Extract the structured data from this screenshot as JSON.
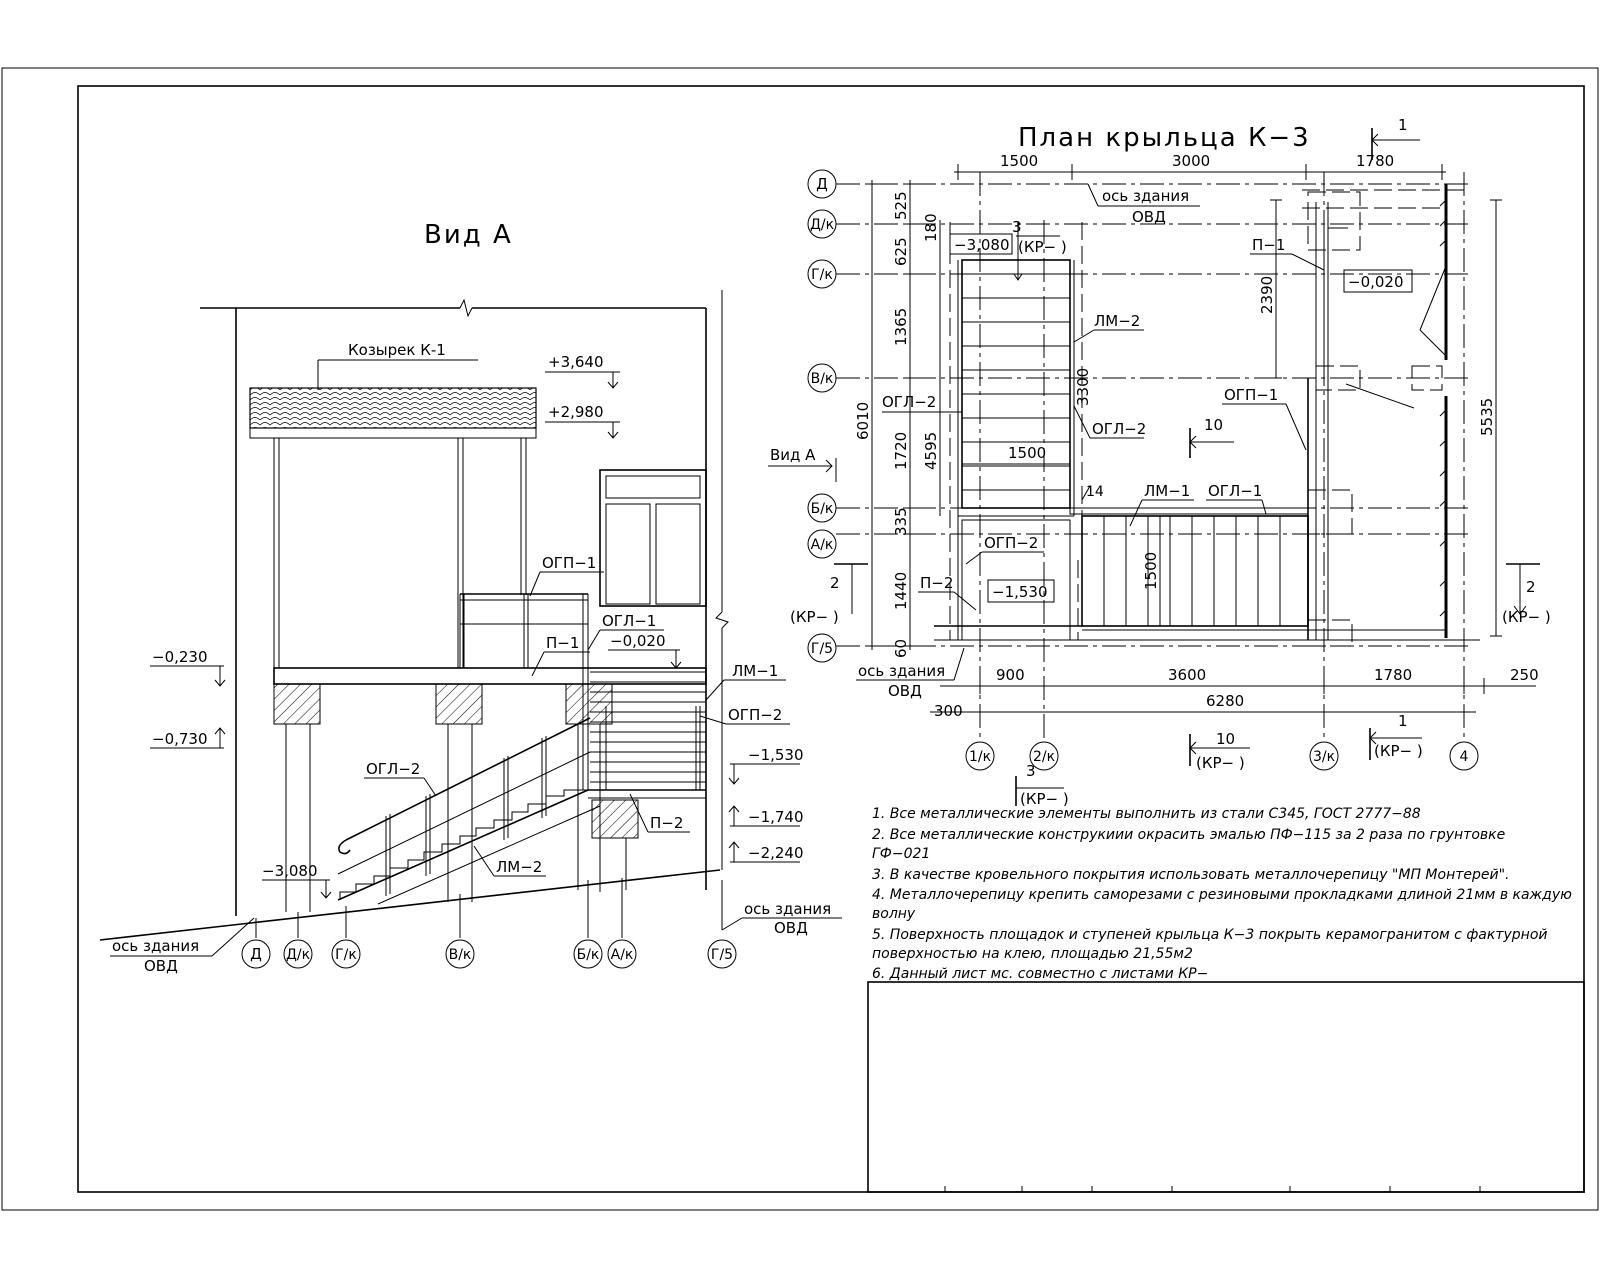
{
  "view_a": {
    "title": "Вид А",
    "canopy_label": "Козырек К-1",
    "elev_top": "+3,640",
    "elev_canopy": "+2,980",
    "elev_m0230": "−0,230",
    "elev_m0730": "−0,730",
    "elev_m0020": "−0,020",
    "elev_m1530": "−1,530",
    "elev_m1740": "−1,740",
    "elev_m2240": "−2,240",
    "elev_m3080": "−3,080",
    "ogp1": "ОГП−1",
    "ogl1": "ОГЛ−1",
    "p1": "П−1",
    "lm1": "ЛМ−1",
    "ogp2": "ОГП−2",
    "ogl2": "ОГЛ−2",
    "lm2": "ЛМ−2",
    "p2": "П−2",
    "axis_left_1": "ось здания",
    "axis_left_2": "ОВД",
    "axis_right_1": "ось здания",
    "axis_right_2": "ОВД",
    "axes": [
      "Д",
      "Д/к",
      "Г/к",
      "В/к",
      "Б/к",
      "А/к",
      "Г/5"
    ]
  },
  "plan": {
    "title": "План крыльца К−3",
    "top_dims": [
      "1500",
      "3000",
      "1780"
    ],
    "bottom_dims": [
      "900",
      "3600",
      "1780",
      "250"
    ],
    "total_dim": "6280",
    "dim_300": "300",
    "left_dims": [
      "525",
      "625",
      "180",
      "1365",
      "1720",
      "335",
      "1440",
      "60"
    ],
    "dim_6010": "6010",
    "dim_4595": "4595",
    "dim_3300": "3300",
    "dim_2390": "2390",
    "dim_5535": "5535",
    "dim_1500_a": "1500",
    "dim_1500_b": "1500",
    "dim_14": "14",
    "row_axes": [
      "Д",
      "Д/к",
      "Г/к",
      "В/к",
      "Б/к",
      "А/к",
      "Г/5"
    ],
    "col_axes": [
      "1/к",
      "2/к",
      "3/к",
      "4"
    ],
    "axis_top_1": "ось здания",
    "axis_top_2": "ОВД",
    "axis_bot_1": "ось здания",
    "axis_bot_2": "ОВД",
    "elev_m3080": "−3,080",
    "elev_m0020": "−0,020",
    "elev_m1530": "−1,530",
    "lm2": "ЛМ−2",
    "ogl2_a": "ОГЛ−2",
    "ogl2_b": "ОГЛ−2",
    "p1": "П−1",
    "ogp1": "ОГП−1",
    "lm1": "ЛМ−1",
    "ogl1": "ОГЛ−1",
    "ogp2": "ОГП−2",
    "p2": "П−2",
    "view_a_mark": "Вид А",
    "sec1_num": "1",
    "sec2_num": "2",
    "sec3_num": "3",
    "sec10_num": "10",
    "ref_kr": "(КР−   )"
  },
  "notes": [
    "1. Все металлические элементы выполнить из стали С345, ГОСТ 2777−88",
    "2. Все металлические конструкиии окрасить эмалью ПФ−115 за 2 раза по грунтовке",
    "ГФ−021",
    "3. В качестве кровельного покрытия использовать металлочерепицу \"МП Монтерей\".",
    "4. Металлочерепицу крепить саморезами с резиновыми прокладками длиной 21мм в каждую",
    "волну",
    "5. Поверхность площадок и ступеней крыльца К−3 покрыть керамогранитом с фактурной",
    "поверхностью на клею, площадью 21,55м2",
    "6. Данный лист мс. совместно с листами КР−"
  ]
}
